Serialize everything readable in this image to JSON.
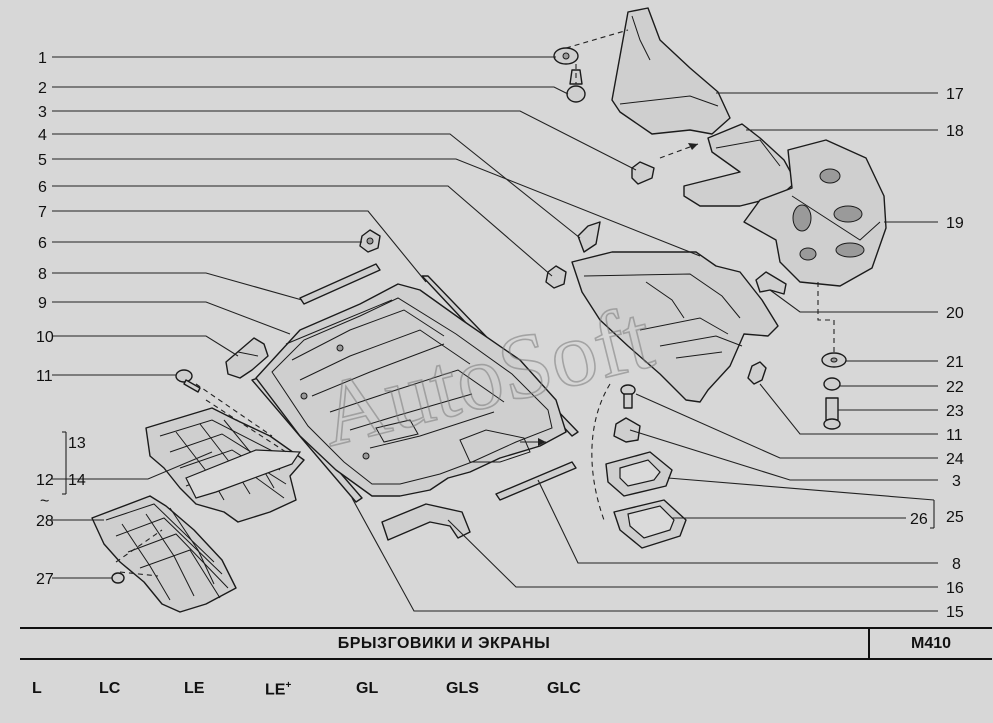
{
  "watermark": "AutoSoft",
  "callouts": {
    "l1": "1",
    "l2": "2",
    "l3": "3",
    "l4": "4",
    "l5": "5",
    "l6a": "6",
    "l7": "7",
    "l6b": "6",
    "l8": "8",
    "l9": "9",
    "l10": "10",
    "l11": "11",
    "l13": "13",
    "l12": "12",
    "l14": "14",
    "tilde": "~",
    "l28": "28",
    "l27": "27",
    "r17": "17",
    "r18": "18",
    "r19": "19",
    "r20": "20",
    "r21": "21",
    "r22": "22",
    "r23": "23",
    "r11": "11",
    "r24": "24",
    "r3": "3",
    "r26": "26",
    "r25": "25",
    "r8": "8",
    "r16": "16",
    "r15": "15"
  },
  "title": "БРЫЗГОВИКИ И ЭКРАНЫ",
  "page_code": "M410",
  "trim_levels": {
    "t1": "L",
    "t2": "LC",
    "t3": "LE",
    "t4": "LE",
    "t4_sup": "+",
    "t5": "GL",
    "t6": "GLS",
    "t7": "GLC"
  }
}
